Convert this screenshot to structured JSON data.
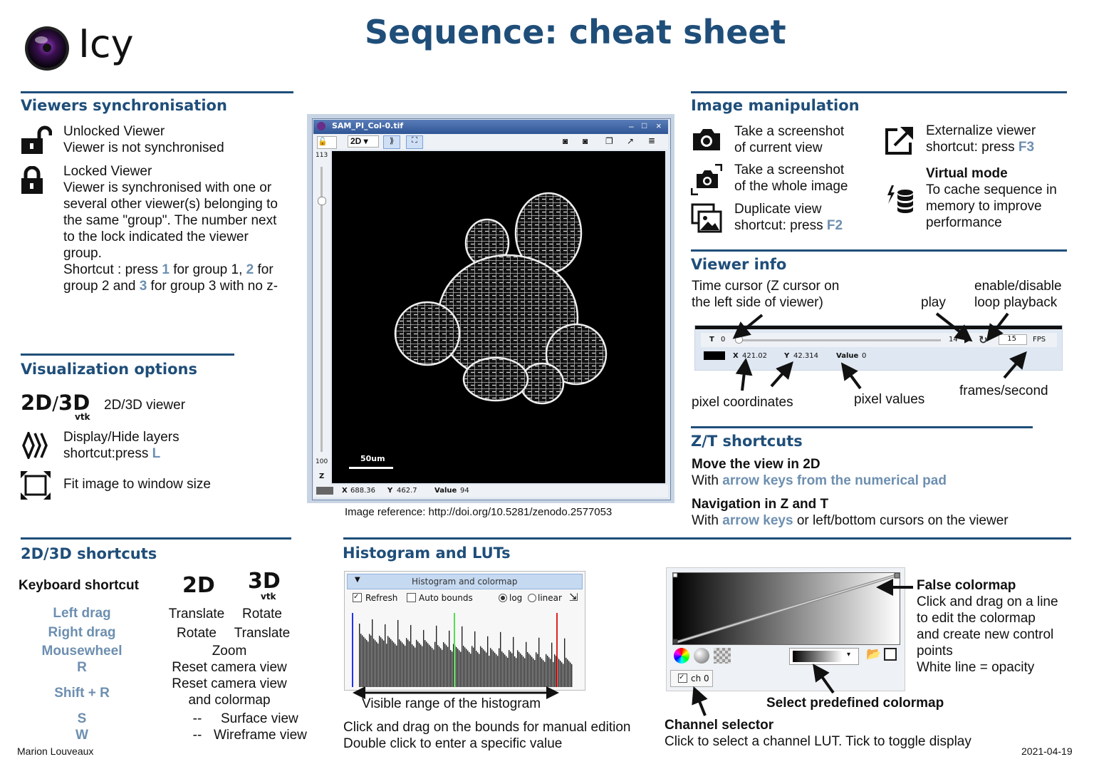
{
  "app": {
    "name": "Icy"
  },
  "title": "Sequence: cheat sheet",
  "viewers_sync": {
    "heading": "Viewers synchronisation",
    "unlocked_title": "Unlocked Viewer",
    "unlocked_desc": "Viewer is not synchronised",
    "locked_title": "Locked Viewer",
    "locked_lines": [
      "Viewer is synchronised with one or",
      "several other viewer(s) belonging to",
      "the same \"group\". The number next",
      "to the lock indicated the viewer",
      "group."
    ],
    "shortcut_parts": [
      "Shortcut : press ",
      "1",
      " for group 1, ",
      "2",
      " for"
    ],
    "shortcut_parts2": [
      "group 2 and ",
      "3",
      " for group 3 with no z-"
    ]
  },
  "visualization": {
    "heading": "Visualization options",
    "icon_2d": "2D",
    "slash": "/",
    "icon_3d": "3D",
    "vtk": "vtk",
    "viewer_label": "2D/3D viewer",
    "layers_line1": "Display/Hide layers",
    "layers_line2_prefix": "shortcut:press ",
    "layers_key": "L",
    "fit_label": "Fit image to window size"
  },
  "shortcuts": {
    "heading": "2D/3D shortcuts",
    "keyboard_label": "Keyboard shortcut",
    "col_2d": "2D",
    "col_3d": "3D",
    "col_3d_sub": "vtk",
    "keys": [
      "Left drag",
      "Right drag",
      "Mousewheel",
      "R",
      "Shift + R",
      "S",
      "W"
    ],
    "rows": [
      {
        "v2d": "Translate",
        "v3d": "Rotate"
      },
      {
        "v2d": "Rotate",
        "v3d": "Translate"
      },
      {
        "both": "Zoom"
      },
      {
        "both": "Reset camera view"
      },
      {
        "both": "Reset camera view"
      },
      {
        "both": "and colormap"
      },
      {
        "v2d": "--",
        "v3d": "Surface view"
      },
      {
        "v2d": "--",
        "v3d": "Wireframe view"
      }
    ]
  },
  "viewer_window": {
    "title": "SAM_PI_Col-0.tif",
    "mode": "2D",
    "slider_top": "113",
    "slider_bottom": "100",
    "slider_axis": "Z",
    "scale_bar": "50um",
    "x_label": "X",
    "x_value": "688.36",
    "y_label": "Y",
    "y_value": "462.7",
    "value_label": "Value",
    "value_value": "94",
    "reference": "Image reference: http://doi.org/10.5281/zenodo.2577053"
  },
  "image_manip": {
    "heading": "Image manipulation",
    "screenshot_view": [
      "Take a screenshot",
      "of current view"
    ],
    "screenshot_whole": [
      "Take a screenshot",
      "of the whole image"
    ],
    "duplicate": [
      "Duplicate view"
    ],
    "duplicate_shortcut_prefix": "shortcut: press ",
    "duplicate_key": "F2",
    "externalize": "Externalize viewer",
    "externalize_shortcut_prefix": "shortcut: press ",
    "externalize_key": "F3",
    "virtual_title": "Virtual mode",
    "virtual_lines": [
      "To cache sequence in",
      "memory to improve",
      "performance"
    ]
  },
  "viewer_info": {
    "heading": "Viewer info",
    "time_cursor": [
      "Time cursor (Z cursor on",
      "the left side of viewer)"
    ],
    "play": "play",
    "loop": [
      "enable/disable",
      "loop playback"
    ],
    "t_label": "T",
    "t_start": "0",
    "t_end": "14",
    "fps_value": "15",
    "fps_label": "FPS",
    "x_label": "X",
    "x_value": "421.02",
    "y_label": "Y",
    "y_value": "42.314",
    "value_label": "Value",
    "value_value": "0",
    "pixel_coords": "pixel coordinates",
    "pixel_values": "pixel values",
    "frames": "frames/second"
  },
  "zt": {
    "heading": "Z/T shortcuts",
    "move_title": "Move the view in 2D",
    "move_prefix": "With ",
    "move_key": "arrow keys from the numerical pad",
    "nav_title": "Navigation in Z and T",
    "nav_prefix": "With ",
    "nav_key": "arrow keys",
    "nav_suffix": " or left/bottom cursors on the viewer"
  },
  "histogram": {
    "heading": "Histogram and LUTs",
    "panel_title": "Histogram and colormap",
    "refresh": "Refresh",
    "auto_bounds": "Auto bounds",
    "log": "log",
    "linear": "linear",
    "visible_range": "Visible range of the histogram",
    "instr": [
      "Click and drag on the bounds for manual edition",
      "Double click to enter a specific value"
    ],
    "channel_tab": "ch 0",
    "false_colormap_title": "False colormap",
    "false_colormap_lines": [
      "Click and drag on a line",
      "to edit the colormap",
      "and create new control",
      "points",
      "White line = opacity"
    ],
    "select_predefined": "Select predefined colormap",
    "channel_selector_title": "Channel selector",
    "channel_selector_desc": "Click to select a channel LUT. Tick to toggle display"
  },
  "footer": {
    "author": "Marion Louveaux",
    "date": "2021-04-19"
  }
}
